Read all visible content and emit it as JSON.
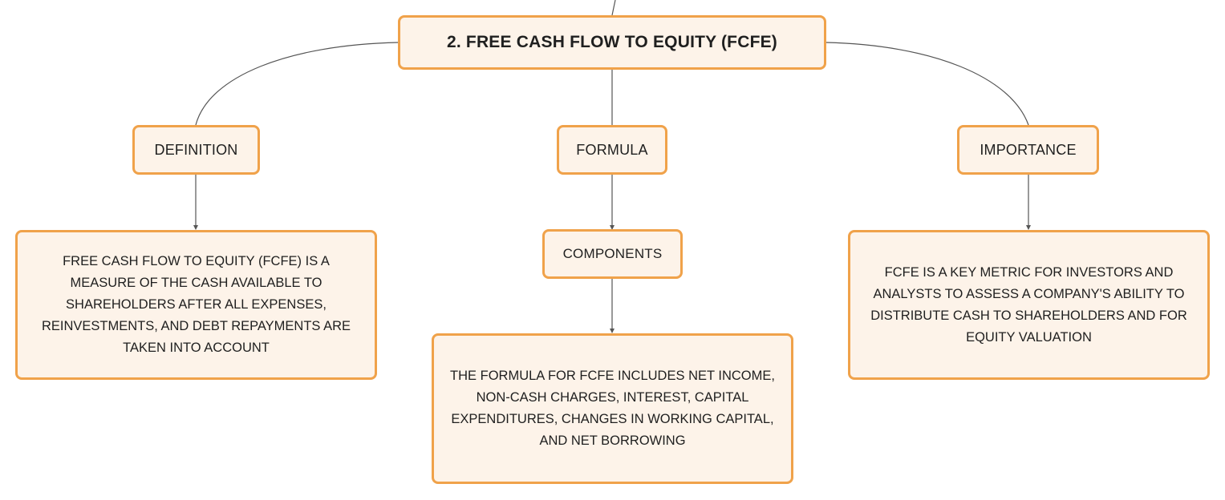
{
  "mindmap": {
    "root": {
      "label": "2. FREE CASH FLOW TO EQUITY (FCFE)"
    },
    "branches": [
      {
        "label": "DEFINITION",
        "detail": "FREE CASH FLOW TO EQUITY (FCFE) IS A MEASURE OF THE CASH AVAILABLE TO SHAREHOLDERS AFTER ALL EXPENSES, REINVESTMENTS, AND DEBT REPAYMENTS ARE TAKEN INTO ACCOUNT"
      },
      {
        "label": "FORMULA",
        "child": {
          "label": "COMPONENTS",
          "detail": "THE FORMULA FOR FCFE INCLUDES NET INCOME, NON-CASH CHARGES, INTEREST, CAPITAL EXPENDITURES, CHANGES IN WORKING CAPITAL, AND NET BORROWING"
        }
      },
      {
        "label": "IMPORTANCE",
        "detail": "FCFE IS A KEY METRIC FOR INVESTORS AND ANALYSTS TO ASSESS A COMPANY'S ABILITY TO DISTRIBUTE CASH TO SHAREHOLDERS AND FOR EQUITY VALUATION"
      }
    ]
  },
  "colors": {
    "node_fill": "#fdf3e9",
    "node_border": "#f0a24a",
    "connector": "#555555",
    "text": "#1f1f1f"
  }
}
